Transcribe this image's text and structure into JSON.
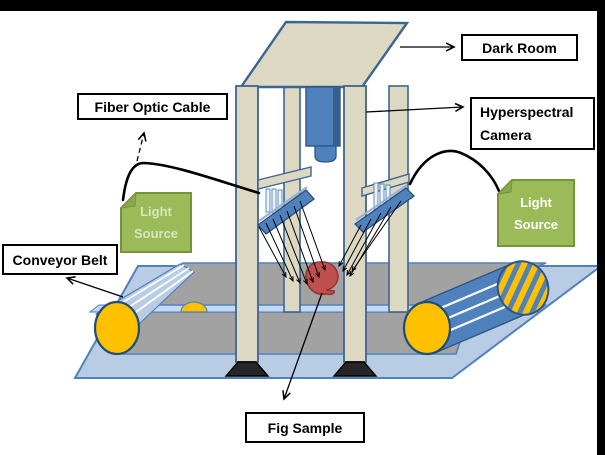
{
  "diagram": {
    "title_context": "Hyperspectral imaging system for fig samples on a conveyor belt",
    "labels": {
      "fiber_optic_cable": "Fiber Optic Cable",
      "dark_room": "Dark Room",
      "hyperspectral_line1": "Hyperspectral",
      "hyperspectral_line2": "Camera",
      "conveyor_belt": "Conveyor Belt",
      "fig_sample": "Fig Sample",
      "light_left_line1": "Light",
      "light_left_line2": "Source",
      "light_right_line1": "Light",
      "light_right_line2": "Source"
    },
    "components": [
      "dark-room-frame",
      "roof",
      "hyperspectral-camera",
      "camera-lens",
      "left-light-diffuser",
      "right-light-diffuser",
      "fiber-optic-cable-left",
      "fiber-optic-cable-right",
      "light-source-left",
      "light-source-right",
      "conveyor-belt-top",
      "conveyor-belt-bottom",
      "left-roller",
      "right-roller",
      "striped-end-roller",
      "base-plate",
      "fig-sample",
      "light-rays"
    ],
    "colors": {
      "frame_tan": "#ddd8c2",
      "frame_outline": "#3e6592",
      "camera_blue": "#4f81bd",
      "camera_dark": "#2e5584",
      "belt_gray": "#a2a2a2",
      "roller_yellow": "#ffc000",
      "base_blue": "#b8cce4",
      "gap_strip_blue": "#c6d9f1",
      "fig_red": "#c0504d",
      "fig_outline": "#943634",
      "light_source_green": "#9bbb59",
      "light_source_border": "#77933c",
      "light_source_text_left": "#d7e4bc",
      "light_source_text_right": "#ffffff",
      "annotation_black": "#000000",
      "frame_border_bar": "#000000"
    }
  }
}
